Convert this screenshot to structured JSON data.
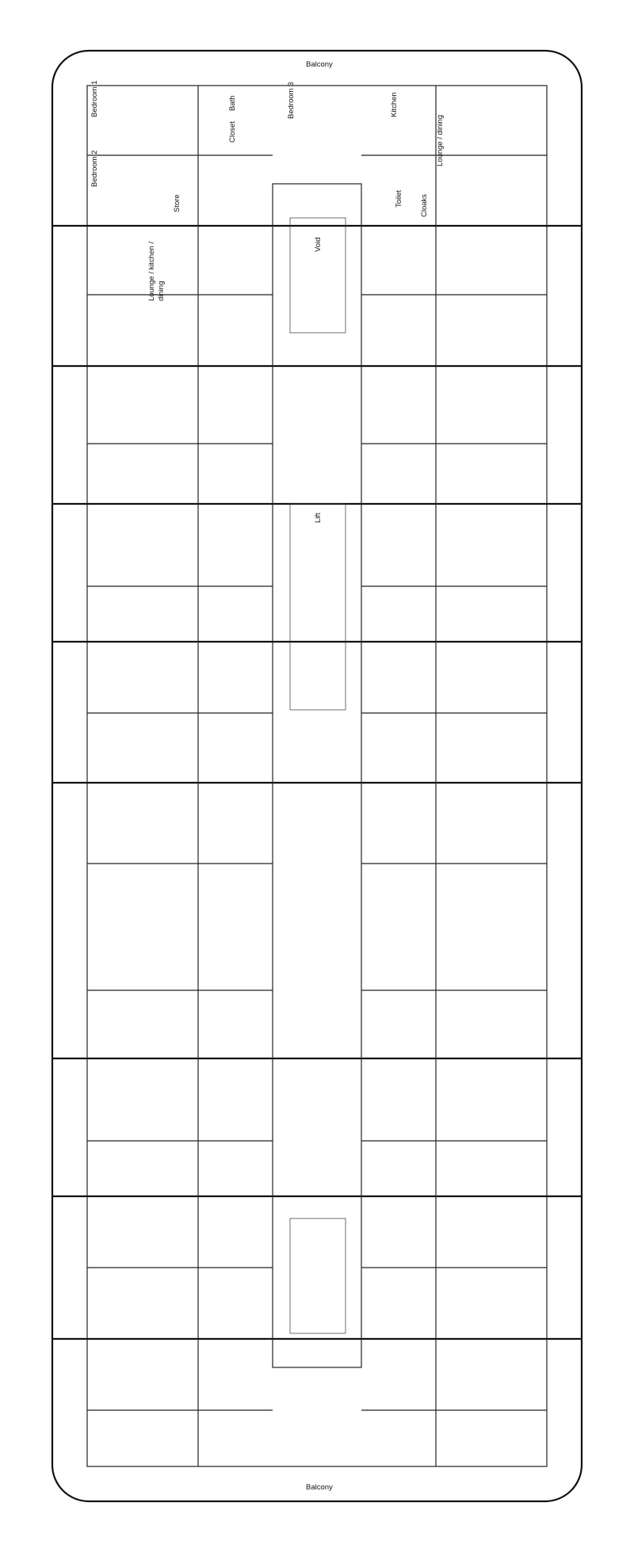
{
  "title": "",
  "labels": {
    "balcony": "Balcony",
    "bedroom_1": "Bedroom 1",
    "bedroom_2": "Bedroom 2",
    "bedroom_3": "Bedroom 3",
    "bath": "Bath",
    "closet": "Closet",
    "store": "Store",
    "kitchen": "Kitchen",
    "lounge_dining": "Lounge / dining",
    "lounge_kitchen_dining_1": "Lounge / kitchen /",
    "lounge_kitchen_dining_2": "dining",
    "toilet": "Toilet",
    "cloaks": "Cloaks",
    "void": "Void",
    "lift": "Lift"
  }
}
